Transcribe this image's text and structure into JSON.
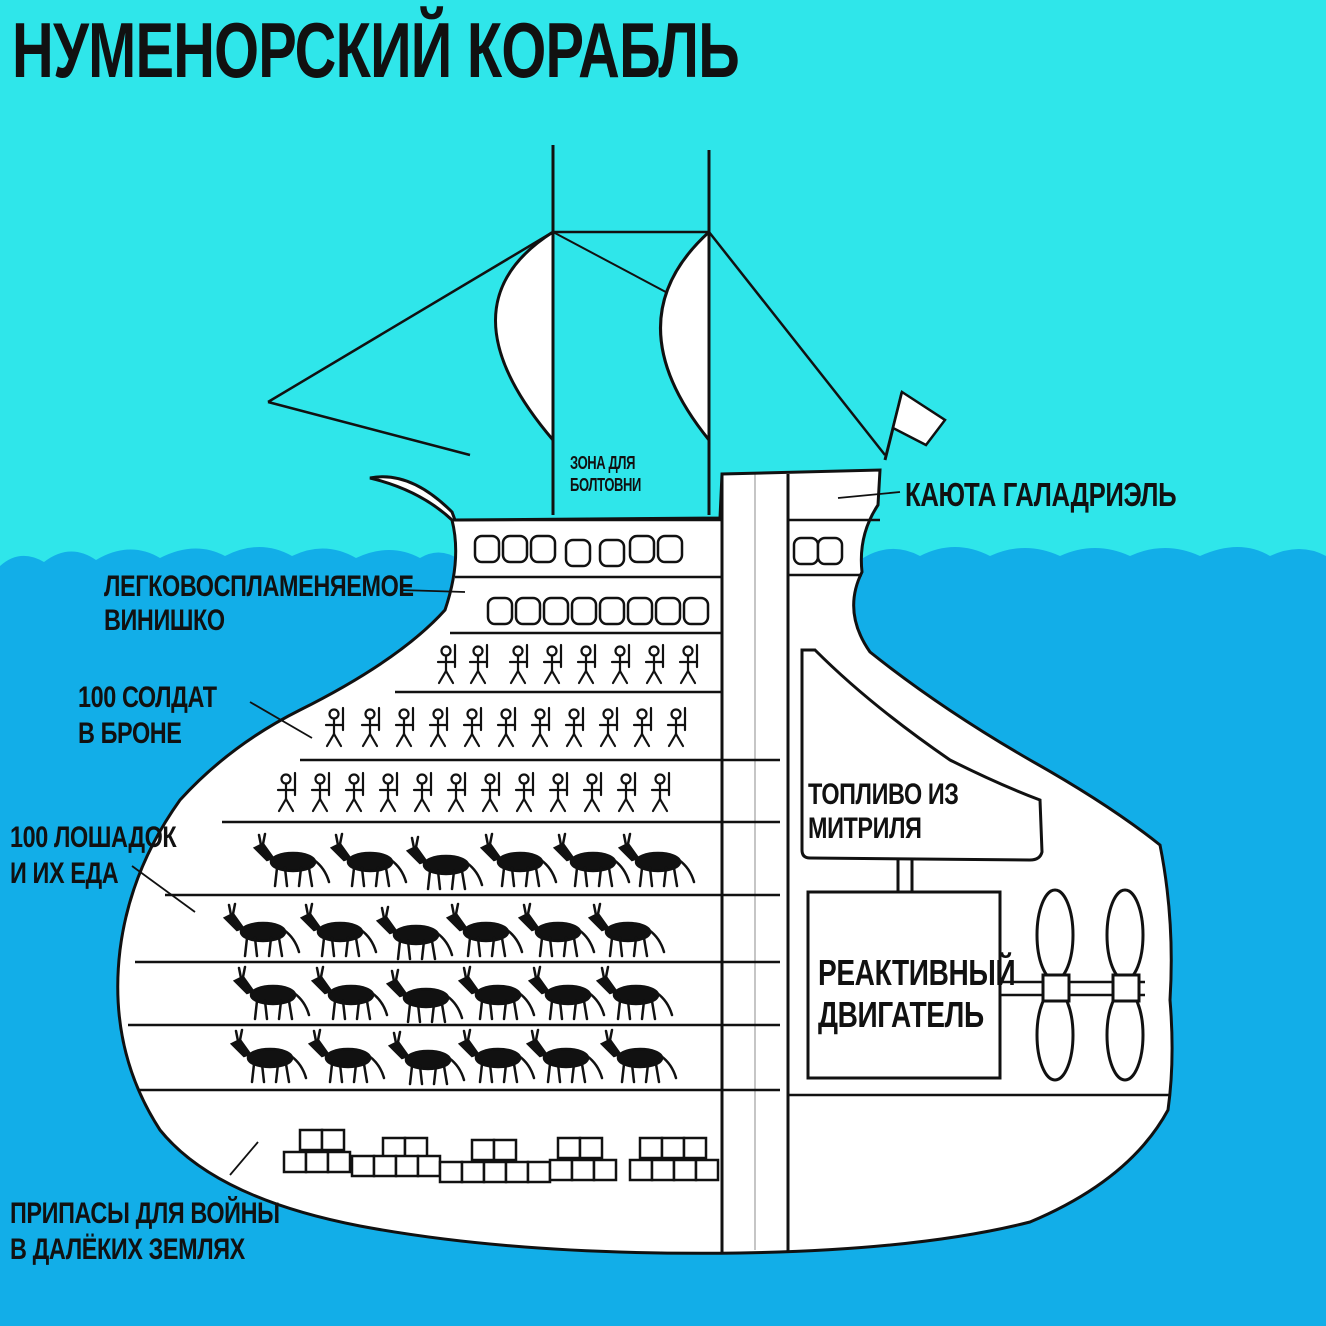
{
  "title": "НУМЕНОРСКИЙ КОРАБЛЬ",
  "labels": {
    "chat_zone": "ЗОНА ДЛЯ\nБОЛТОВНИ",
    "galadriel_cabin": "КАЮТА ГАЛАДРИЭЛЬ",
    "wine": "ЛЕГКОВОСПЛАМЕНЯЕМОЕ\nВИНИШКО",
    "soldiers": "100 СОЛДАТ\nВ БРОНЕ",
    "horses": "100 ЛОШАДОК\nИ ИХ ЕДА",
    "fuel": "ТОПЛИВО ИЗ\nМИТРИЛЯ",
    "engine": "РЕАКТИВНЫЙ\nДВИГАТЕЛЬ",
    "supplies": "ПРИПАСЫ ДЛЯ ВОЙНЫ\nВ ДАЛЁКИХ ЗЕМЛЯХ"
  },
  "colors": {
    "sky": "#2fe6ea",
    "sea": "#12aee8",
    "ship": "#ffffff",
    "ink": "#111111"
  }
}
